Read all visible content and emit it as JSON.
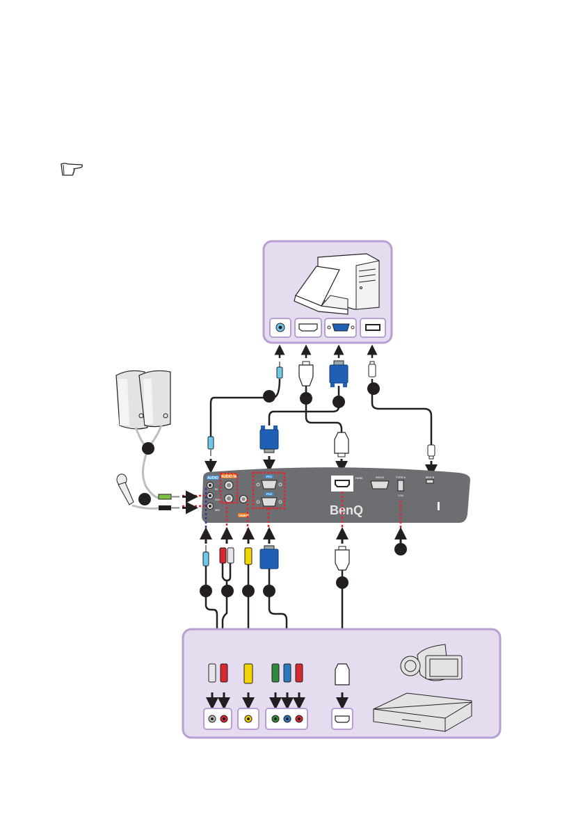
{
  "note": {
    "icon": "pointing-hand-note-icon"
  },
  "colors": {
    "panel_fill": "#e6dcef",
    "panel_stroke": "#b79fd1",
    "projector_body": "#6d6e71",
    "cable": "#231f20",
    "vga_blue": "#1f5fb4",
    "audio_jack_blue": "#6cc7e8",
    "red_rca": "#d7282f",
    "white_rca": "#e6e6e6",
    "yellow_rca": "#f2d500",
    "green_rca": "#2e8b3d",
    "blue_rca": "#2979c2",
    "green_jack": "#7cc242",
    "dotted_red": "#e3262b",
    "dotted_blue": "#2b3890",
    "label_blue": "#3c8fd6",
    "label_orange": "#e97a22"
  },
  "computer_panel": {
    "devices": [
      "notebook-computer",
      "desktop-computer"
    ],
    "ports": [
      "audio-out-port",
      "hdmi-port",
      "vga-port",
      "usb-port"
    ]
  },
  "projector": {
    "brand": "BenQ",
    "port_labels": {
      "audio": "AUDIO",
      "audio_in_lr": "AUDIO IN",
      "in": "IN",
      "out": "OUT",
      "mic": "MIC",
      "pc1": "PC1",
      "pc2": "PC2",
      "video": "VIDEO",
      "hdmi": "HDMI",
      "rs232": "RS232",
      "type_a": "TYPE A",
      "type_a_power": "1.5A",
      "mini_b": "MINI B"
    }
  },
  "av_panel": {
    "devices": [
      "camcorder",
      "dvd-player"
    ],
    "ports": [
      "audio-lr-port",
      "composite-video-port",
      "component-video-port",
      "hdmi-port"
    ]
  },
  "callouts": [
    {
      "id": "audio-cable"
    },
    {
      "id": "hdmi-cable"
    },
    {
      "id": "vga-cable"
    },
    {
      "id": "usb-cable"
    },
    {
      "id": "speaker-cable"
    },
    {
      "id": "microphone-cable"
    },
    {
      "id": "audio-in-cable"
    },
    {
      "id": "audio-lr-cable"
    },
    {
      "id": "video-cable"
    },
    {
      "id": "component-to-vga-cable"
    },
    {
      "id": "hdmi-av-cable"
    },
    {
      "id": "usb-drive"
    }
  ]
}
